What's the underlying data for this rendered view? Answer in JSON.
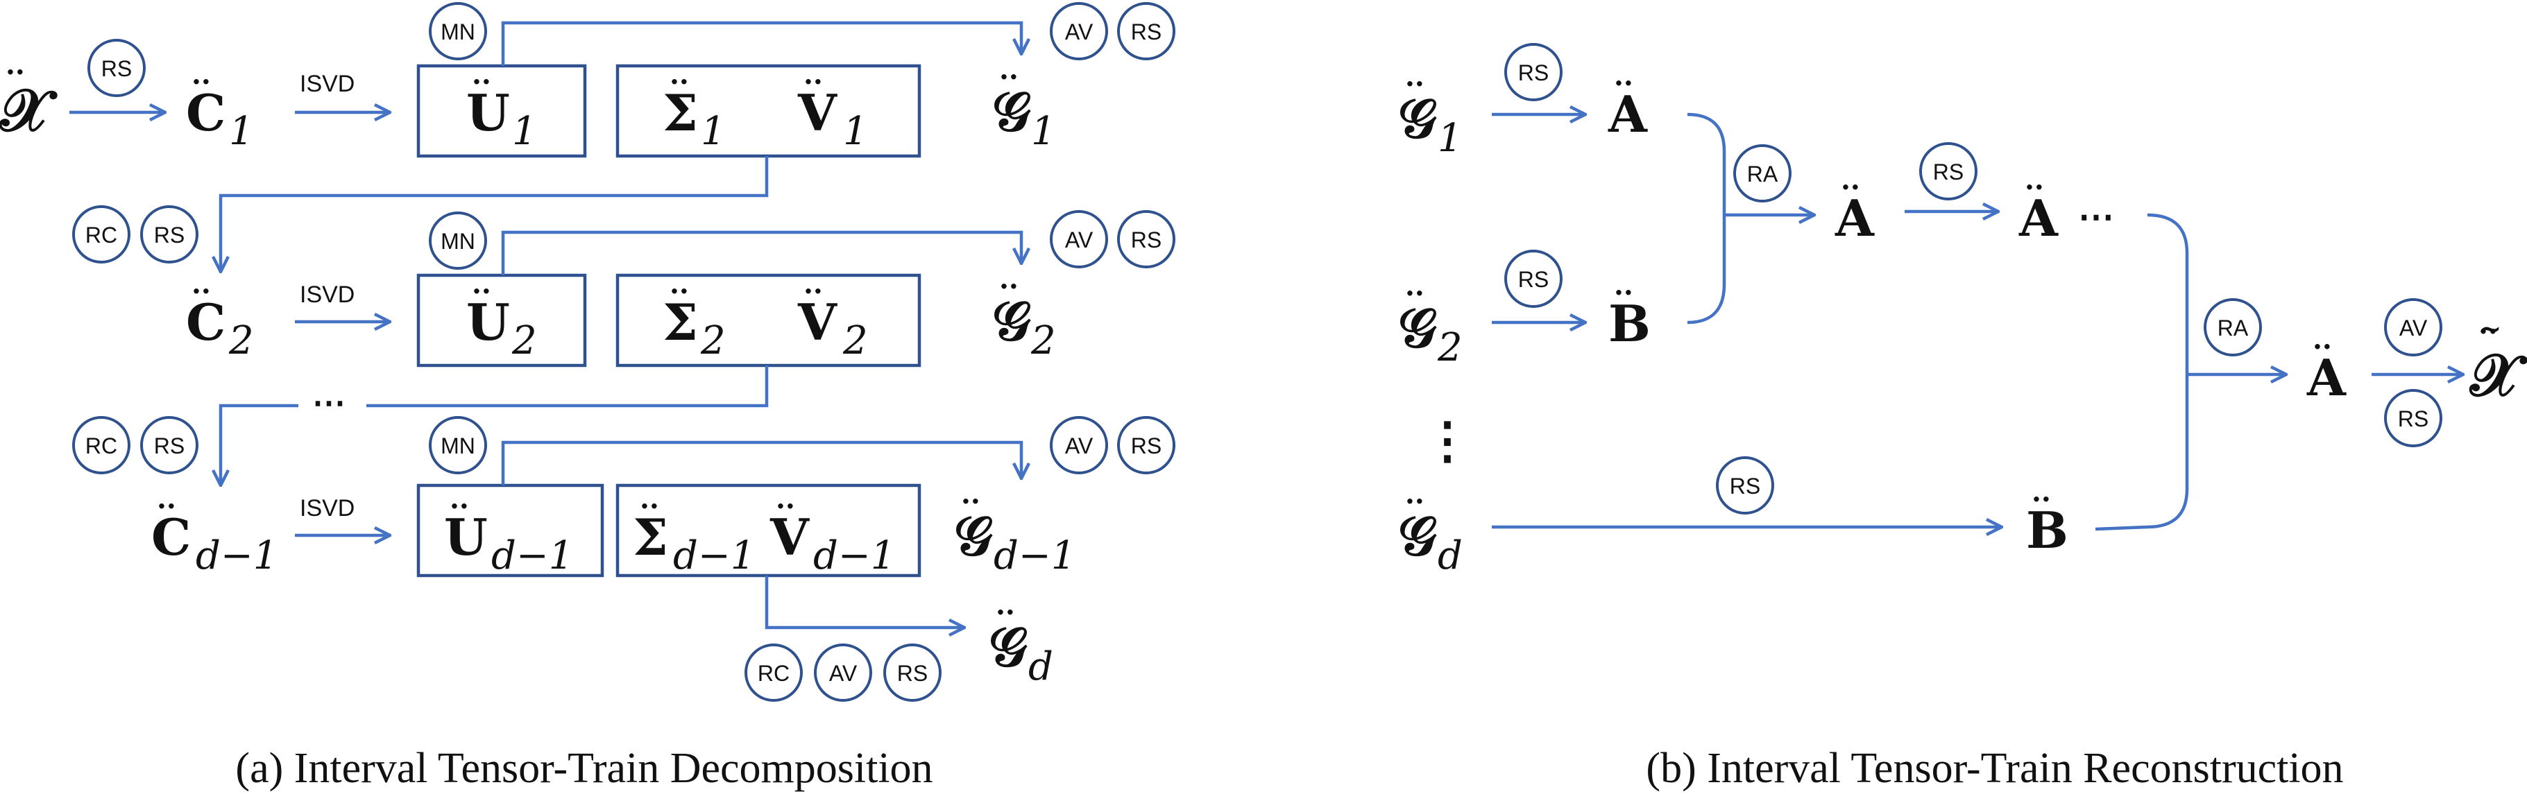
{
  "ops": {
    "rs": "RS",
    "rc": "RC",
    "mn": "MN",
    "av": "AV",
    "ra": "RA",
    "isvd": "ISVD",
    "ellipsis": "⋯",
    "vdots": "⋮"
  },
  "symbols": {
    "X": "𝒳",
    "C": "C",
    "U": "U",
    "Sigma": "Σ",
    "V": "V",
    "G": "𝒢",
    "A": "A",
    "B": "B"
  },
  "subscripts": {
    "one": "1",
    "two": "2",
    "d": "d",
    "dminus1": "d−1"
  },
  "captions": {
    "a": "(a) Interval Tensor-Train Decomposition",
    "b": "(b) Interval Tensor-Train Reconstruction"
  },
  "colors": {
    "arrow": "#4472C4",
    "box_border": "#2F528F",
    "text": "#111111"
  }
}
